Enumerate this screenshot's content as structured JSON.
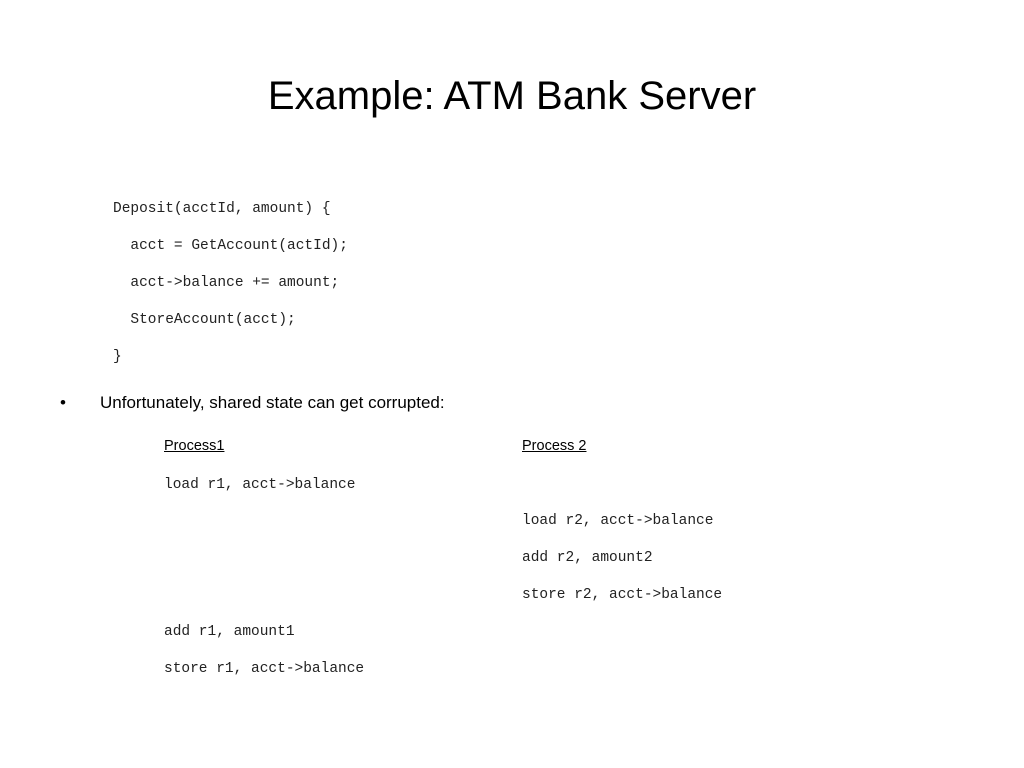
{
  "slide": {
    "title": "Example: ATM Bank Server"
  },
  "code": {
    "lines": [
      "Deposit(acctId, amount) {",
      "  acct = GetAccount(actId);",
      "  acct->balance += amount;",
      "  StoreAccount(acct);",
      "}"
    ]
  },
  "bullet": {
    "marker": "•",
    "text": "Unfortunately, shared state can get corrupted:"
  },
  "interleaving": {
    "headers": [
      "Process1",
      "Process 2"
    ],
    "steps": [
      {
        "process": 1,
        "instruction": "load r1, acct->balance"
      },
      {
        "process": 2,
        "instruction": "load r2, acct->balance"
      },
      {
        "process": 2,
        "instruction": "add r2, amount2"
      },
      {
        "process": 2,
        "instruction": "store r2, acct->balance"
      },
      {
        "process": 1,
        "instruction": "add r1, amount1"
      },
      {
        "process": 1,
        "instruction": "store r1, acct->balance"
      }
    ]
  }
}
